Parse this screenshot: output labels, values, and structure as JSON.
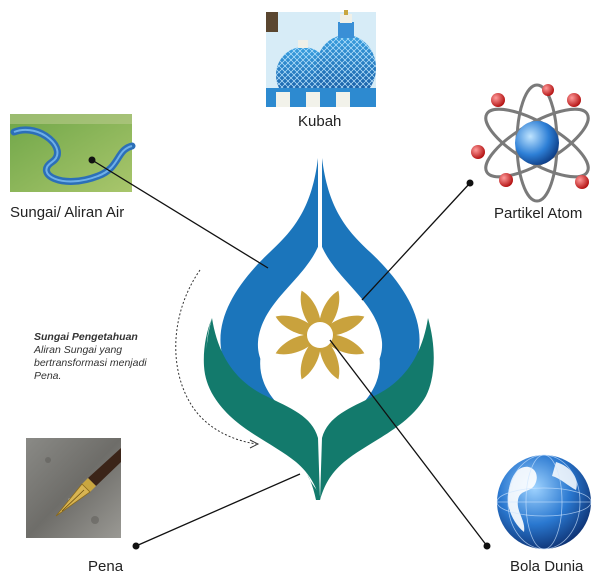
{
  "labels": {
    "kubah": "Kubah",
    "sungai": "Sungai/ Aliran Air",
    "partikel": "Partikel Atom",
    "pena": "Pena",
    "bola": "Bola Dunia"
  },
  "note": {
    "title": "Sungai Pengetahuan",
    "body": "Aliran Sungai yang bertransformasi menjadi Pena."
  },
  "colors": {
    "blue": "#1b75bb",
    "green": "#137a6c",
    "gold": "#c49a2c",
    "line": "#111111"
  }
}
